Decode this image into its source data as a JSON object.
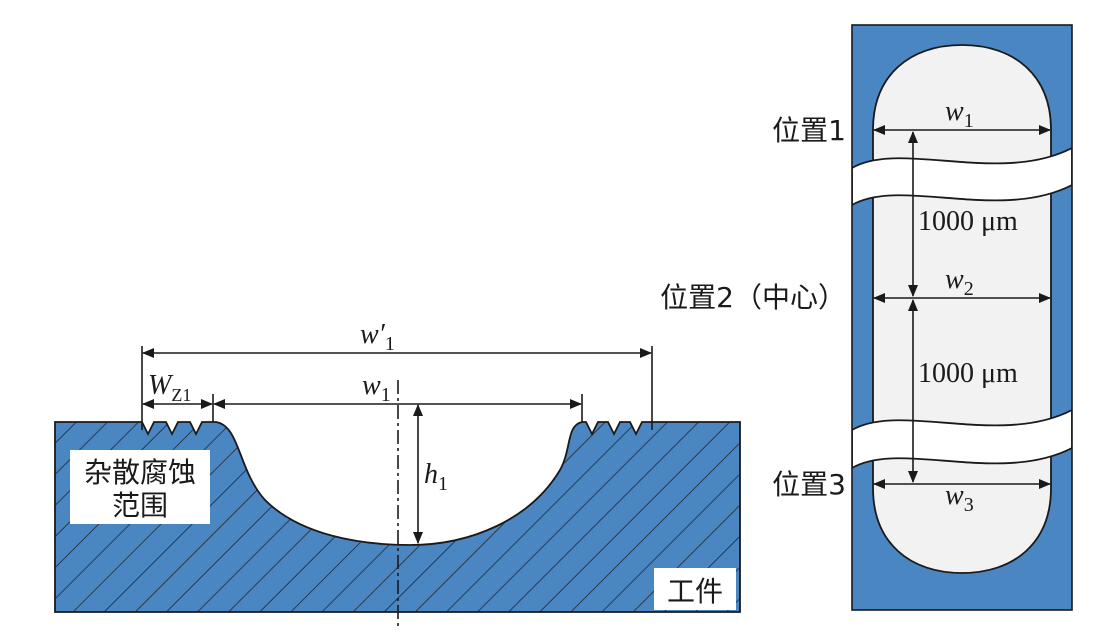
{
  "colors": {
    "workpiece_blue": "#4a86c2",
    "cavity_fill": "#f2f2f2",
    "line": "#1a1a1a",
    "label_box": "#ffffff"
  },
  "cross_section": {
    "label_w_prime": "w′",
    "label_w_prime_sub": "1",
    "label_wz": "W",
    "label_wz_sub": "Z1",
    "label_w1": "w",
    "label_w1_sub": "1",
    "label_h1": "h",
    "label_h1_sub": "1",
    "stray_corrosion_line1": "杂散腐蚀",
    "stray_corrosion_line2": "范围",
    "workpiece_label": "工件"
  },
  "top_view": {
    "pos1_label": "位置1",
    "pos2_label": "位置2（中心）",
    "pos3_label": "位置3",
    "w1": "w",
    "w1_sub": "1",
    "w2": "w",
    "w2_sub": "2",
    "w3": "w",
    "w3_sub": "3",
    "dist_upper": "1000 μm",
    "dist_lower": "1000 μm"
  }
}
